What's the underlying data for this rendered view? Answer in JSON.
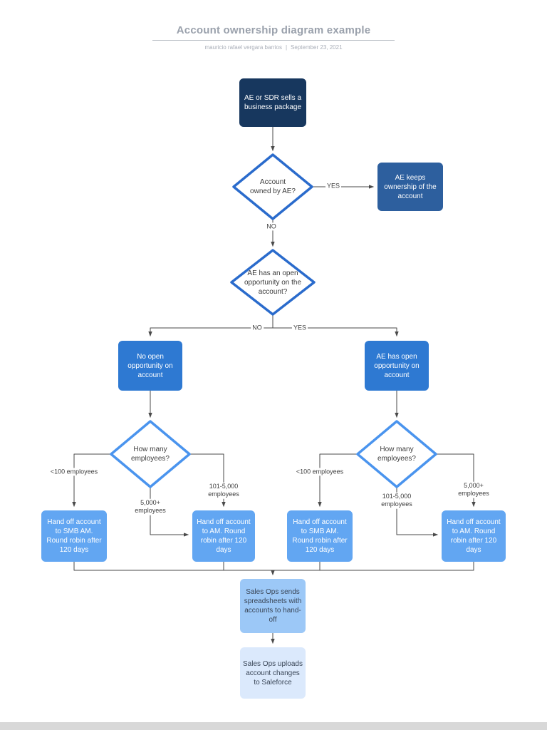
{
  "page": {
    "title": "Account ownership diagram example",
    "author": "mauricio rafael vergara barrios",
    "separator": "|",
    "date": "September 23, 2021"
  },
  "colors": {
    "navy": "#17375e",
    "keep": "#2d5f9e",
    "mid": "#2e79d2",
    "light": "#62a6f2",
    "pale": "#9cc8f7",
    "faint": "#dbe9fc",
    "d1": "#2a6bcc",
    "d2": "#4a94ee",
    "line": "#4a4a4a"
  },
  "nodes": {
    "start": "AE or SDR sells a business package",
    "q_owned": "Account owned by AE?",
    "keep": "AE keeps ownership of the account",
    "q_opp": "AE has an open opportunity on the account?",
    "no_opp": "No open opportunity on account",
    "has_opp": "AE has open opportunity on account",
    "q_emp_left": "How many employees?",
    "q_emp_right": "How many employees?",
    "handoff_smb_left": "Hand off account to SMB AM. Round robin after 120 days",
    "handoff_am_left": "Hand off account to AM. Round robin after 120 days",
    "handoff_smb_right": "Hand off account to SMB AM. Round robin after 120 days",
    "handoff_am_right": "Hand off account to AM. Round robin after 120 days",
    "sends": "Sales Ops sends spreadsheets with accounts to hand-off",
    "uploads": "Sales Ops uploads account changes to Saleforce"
  },
  "edge_labels": {
    "yes_owned": "YES",
    "no_owned": "NO",
    "no_opp": "NO",
    "yes_opp": "YES",
    "left_lt100": "<100 employees",
    "left_5000plus": "5,000+ employees",
    "left_101_5000": "101-5,000 employees",
    "right_lt100": "<100 employees",
    "right_101_5000": "101-5,000 employees",
    "right_5000plus": "5,000+ employees"
  }
}
